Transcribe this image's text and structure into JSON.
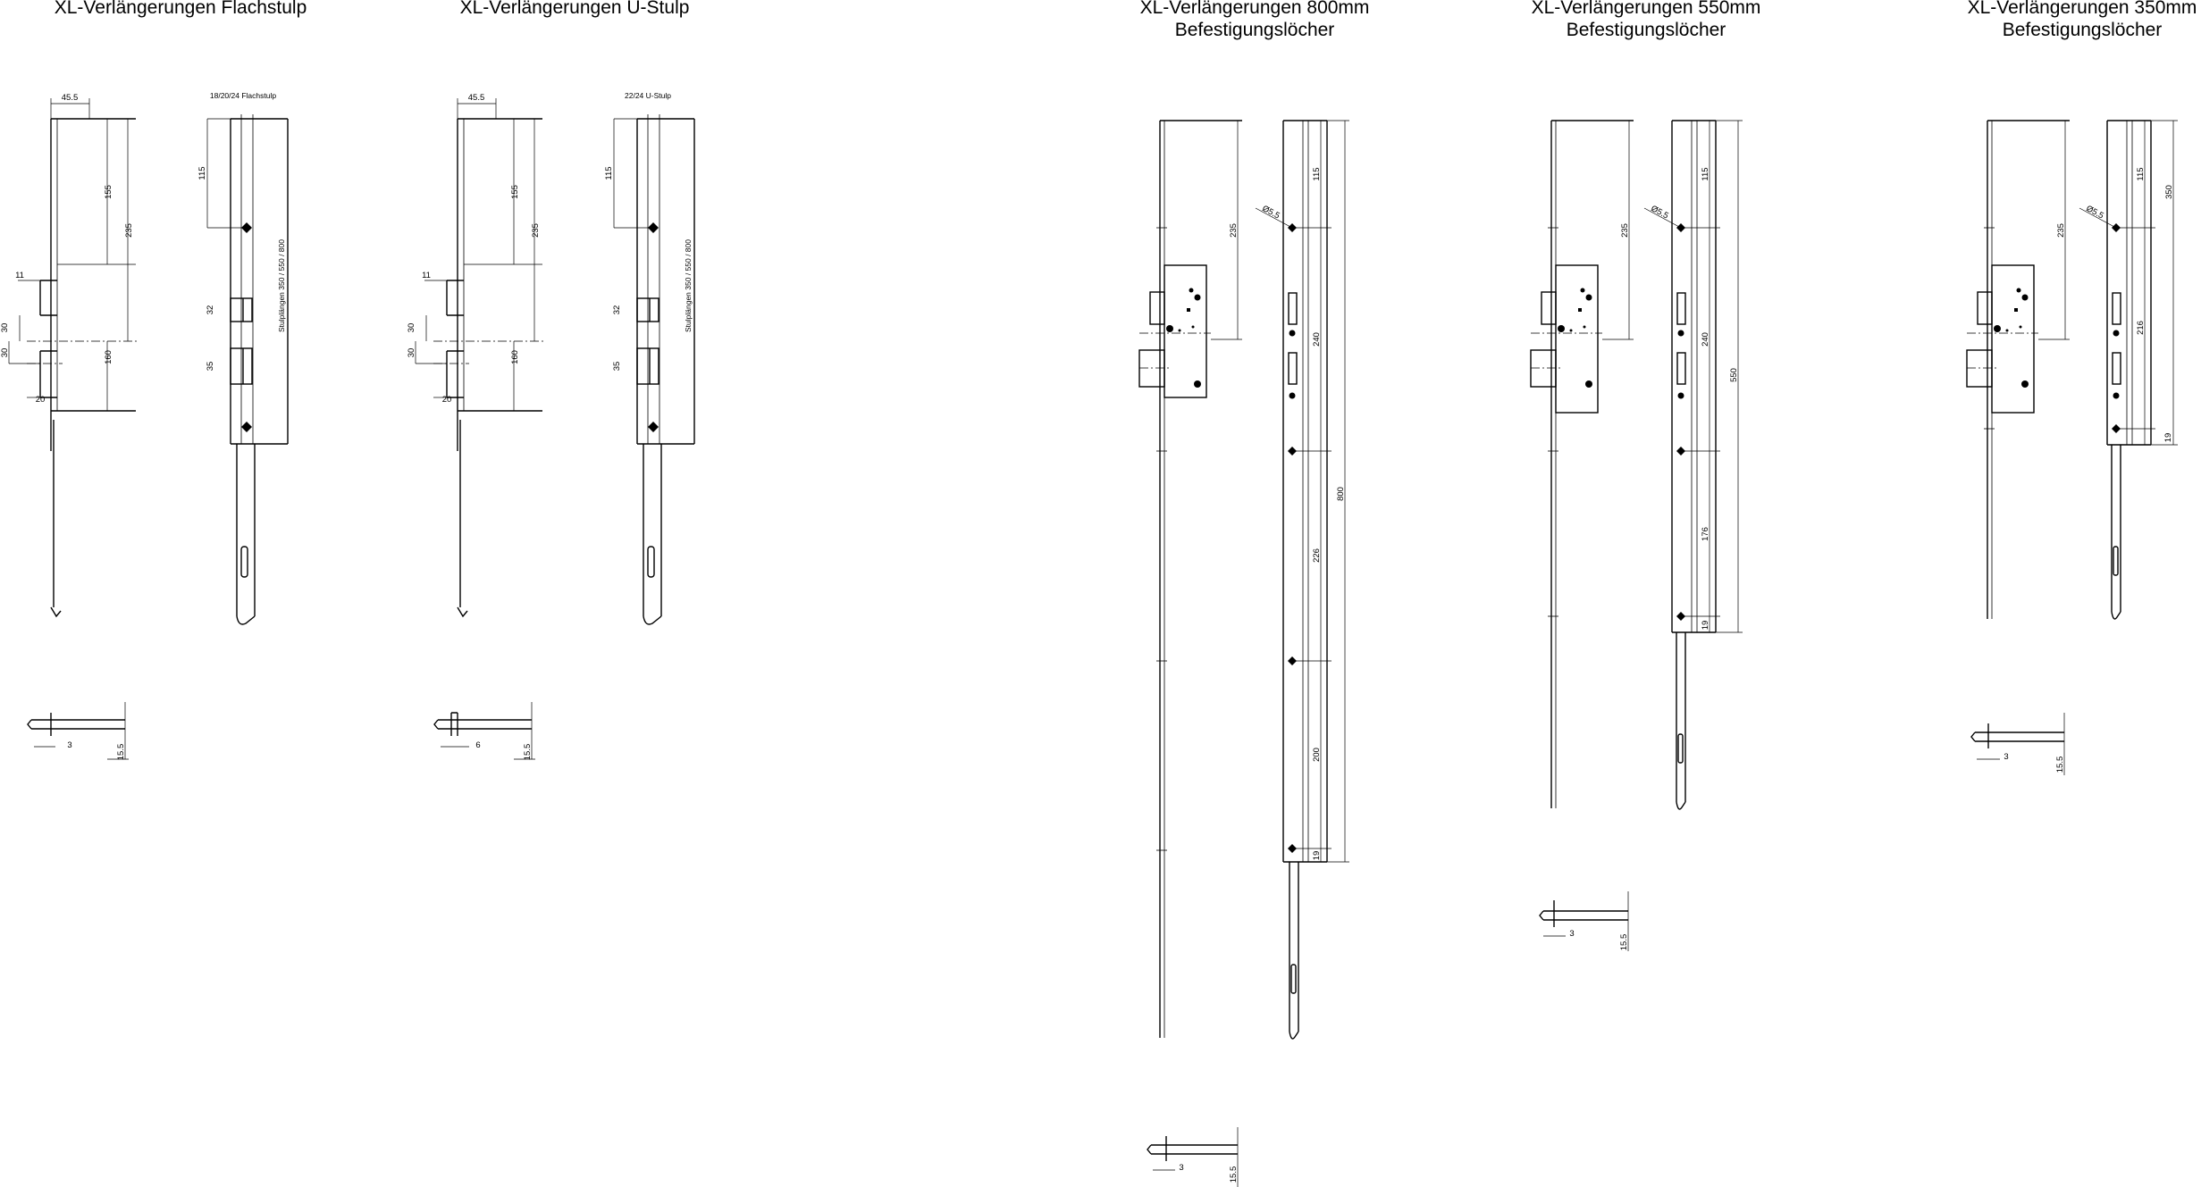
{
  "titles": {
    "flachstulp": "XL-Verlängerungen Flachstulp",
    "ustulp": "XL-Verlängerungen U-Stulp",
    "v800_line1": "XL-Verlängerungen 800mm",
    "v800_line2": "Befestigungslöcher",
    "v550_line1": "XL-Verlängerungen 550mm",
    "v550_line2": "Befestigungslöcher",
    "v350_line1": "XL-Verlängerungen 350mm",
    "v350_line2": "Befestigungslöcher"
  },
  "flachstulp": {
    "header": "18/20/24 Flachstulp",
    "stulp_lengths": "Stulplängen 350 / 550 / 800",
    "dims": {
      "w": "45.5",
      "d155": "155",
      "d235": "235",
      "d160": "160",
      "d11": "11",
      "d30a": "30",
      "d30b": "30",
      "d20": "20",
      "d115": "115",
      "d32": "32",
      "d35": "35"
    },
    "detail": {
      "d3": "3",
      "d155": "15.5"
    }
  },
  "ustulp": {
    "header": "22/24 U-Stulp",
    "stulp_lengths": "Stulplängen 350 / 550 / 800",
    "dims": {
      "w": "45.5",
      "d155": "155",
      "d235": "235",
      "d160": "160",
      "d11": "11",
      "d30a": "30",
      "d30b": "30",
      "d20": "20",
      "d115": "115",
      "d32": "32",
      "d35": "35"
    },
    "detail": {
      "d6": "6",
      "d155": "15.5"
    }
  },
  "v800": {
    "d235": "235",
    "hole": "Ø5.5",
    "d115": "115",
    "d240": "240",
    "d800": "800",
    "d226": "226",
    "d200": "200",
    "d19": "19",
    "detail": {
      "d3": "3",
      "d155": "15.5"
    }
  },
  "v550": {
    "d235": "235",
    "hole": "Ø5.5",
    "d115": "115",
    "d240": "240",
    "d550": "550",
    "d176": "176",
    "d19": "19",
    "detail": {
      "d3": "3",
      "d155": "15.5"
    }
  },
  "v350": {
    "d235": "235",
    "hole": "Ø5.5",
    "d115": "115",
    "d350": "350",
    "d216": "216",
    "d19": "19",
    "detail": {
      "d3": "3",
      "d155": "15.5"
    }
  }
}
